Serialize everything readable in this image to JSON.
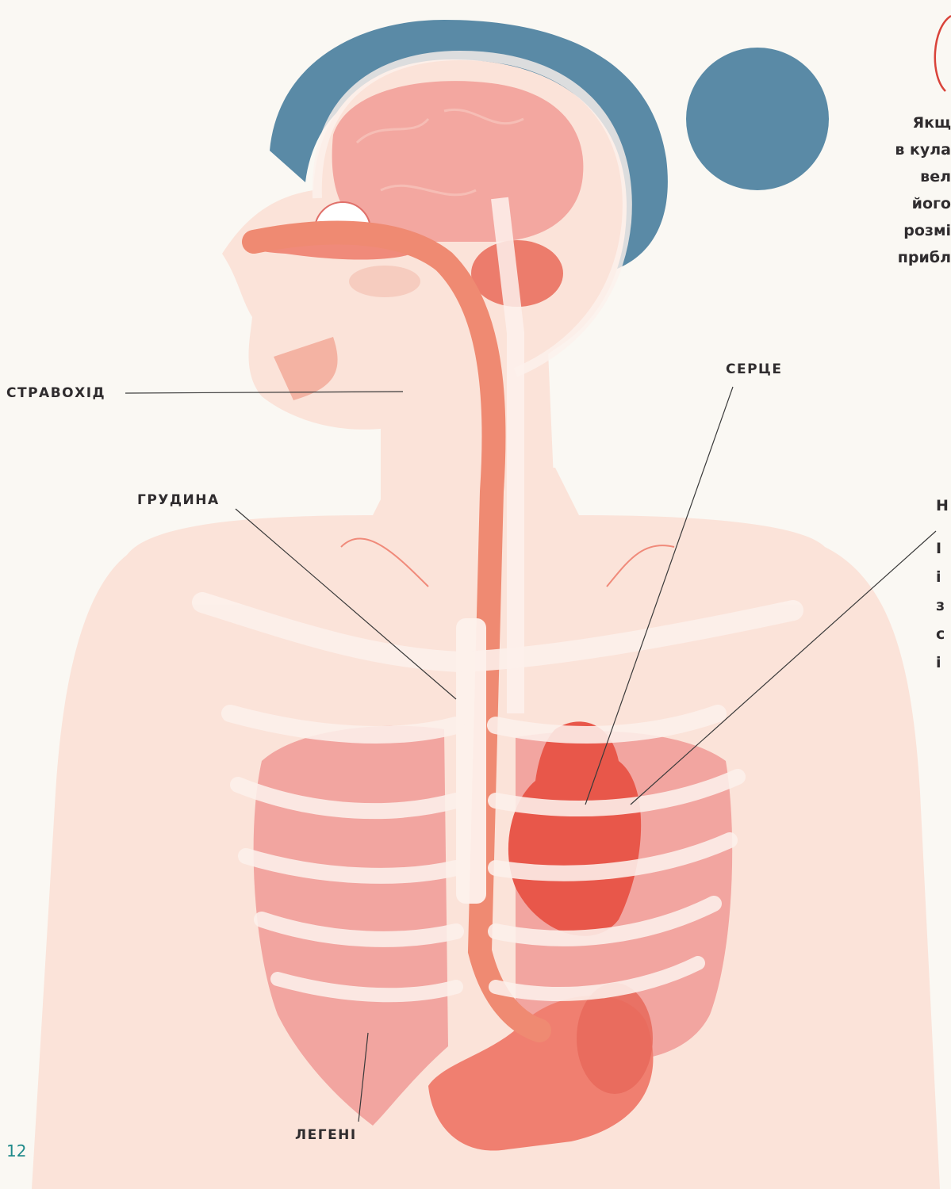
{
  "labels": {
    "esophagus": "СТРАВОХІД",
    "sternum": "ГРУДИНА",
    "heart": "СЕРЦЕ",
    "lungs": "ЛЕГЕНІ"
  },
  "side_note_lines": [
    "Якщ",
    "в кула",
    "вел",
    "його",
    "розмі",
    "прибл"
  ],
  "side_paragraph": {
    "heading": "Н",
    "lines": [
      "І",
      "і",
      "з",
      "с",
      "і"
    ]
  },
  "page_number": "12",
  "colors": {
    "background": "#faf8f3",
    "skin": "#fbe3d9",
    "hair": "#5a8aa6",
    "brain": "#f3a7a0",
    "organ": "#f07f70",
    "heart": "#e8574a",
    "bone": "#fdf1ec",
    "leader_line": "#3a3a3a",
    "accent_red": "#d9433a",
    "page_number": "#1f8a8a"
  }
}
